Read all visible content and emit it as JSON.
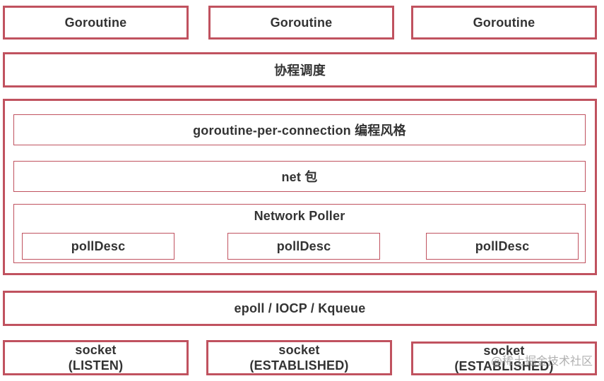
{
  "goroutines": [
    "Goroutine",
    "Goroutine",
    "Goroutine"
  ],
  "scheduler": "协程调度",
  "style": "goroutine-per-connection 编程风格",
  "net_pkg": "net 包",
  "poller": {
    "title": "Network Poller",
    "descs": [
      "pollDesc",
      "pollDesc",
      "pollDesc"
    ]
  },
  "epoll": "epoll / IOCP / Kqueue",
  "sockets": [
    {
      "name": "socket",
      "state": "(LISTEN)"
    },
    {
      "name": "socket",
      "state": "(ESTABLISHED)"
    },
    {
      "name": "socket",
      "state": "(ESTABLISHED)"
    }
  ],
  "watermark": "@稀土掘金技术社区"
}
